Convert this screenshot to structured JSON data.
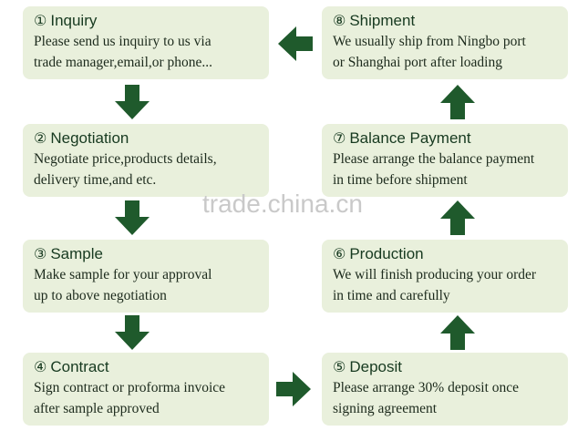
{
  "steps": [
    {
      "num": "①",
      "title": "Inquiry",
      "line1": "Please send us inquiry to us via",
      "line2": "trade manager,email,or phone..."
    },
    {
      "num": "②",
      "title": "Negotiation",
      "line1": "Negotiate price,products details,",
      "line2": "delivery time,and etc."
    },
    {
      "num": "③",
      "title": "Sample",
      "line1": "Make sample for your approval",
      "line2": "up to above negotiation"
    },
    {
      "num": "④",
      "title": "Contract",
      "line1": "Sign contract or proforma invoice",
      "line2": "after sample approved"
    },
    {
      "num": "⑤",
      "title": "Deposit",
      "line1": "Please arrange 30% deposit once",
      "line2": "signing agreement"
    },
    {
      "num": "⑥",
      "title": "Production",
      "line1": "We will finish producing your order",
      "line2": "in time and carefully"
    },
    {
      "num": "⑦",
      "title": "Balance Payment",
      "line1": "Please arrange the balance payment",
      "line2": "in time before shipment"
    },
    {
      "num": "⑧",
      "title": "Shipment",
      "line1": "We usually ship from Ningbo port",
      "line2": "or Shanghai port after loading"
    }
  ],
  "watermark": "trade.china.cn",
  "colors": {
    "box": "#e9f0dc",
    "arrow": "#1f5a2c",
    "title": "#173a20"
  }
}
